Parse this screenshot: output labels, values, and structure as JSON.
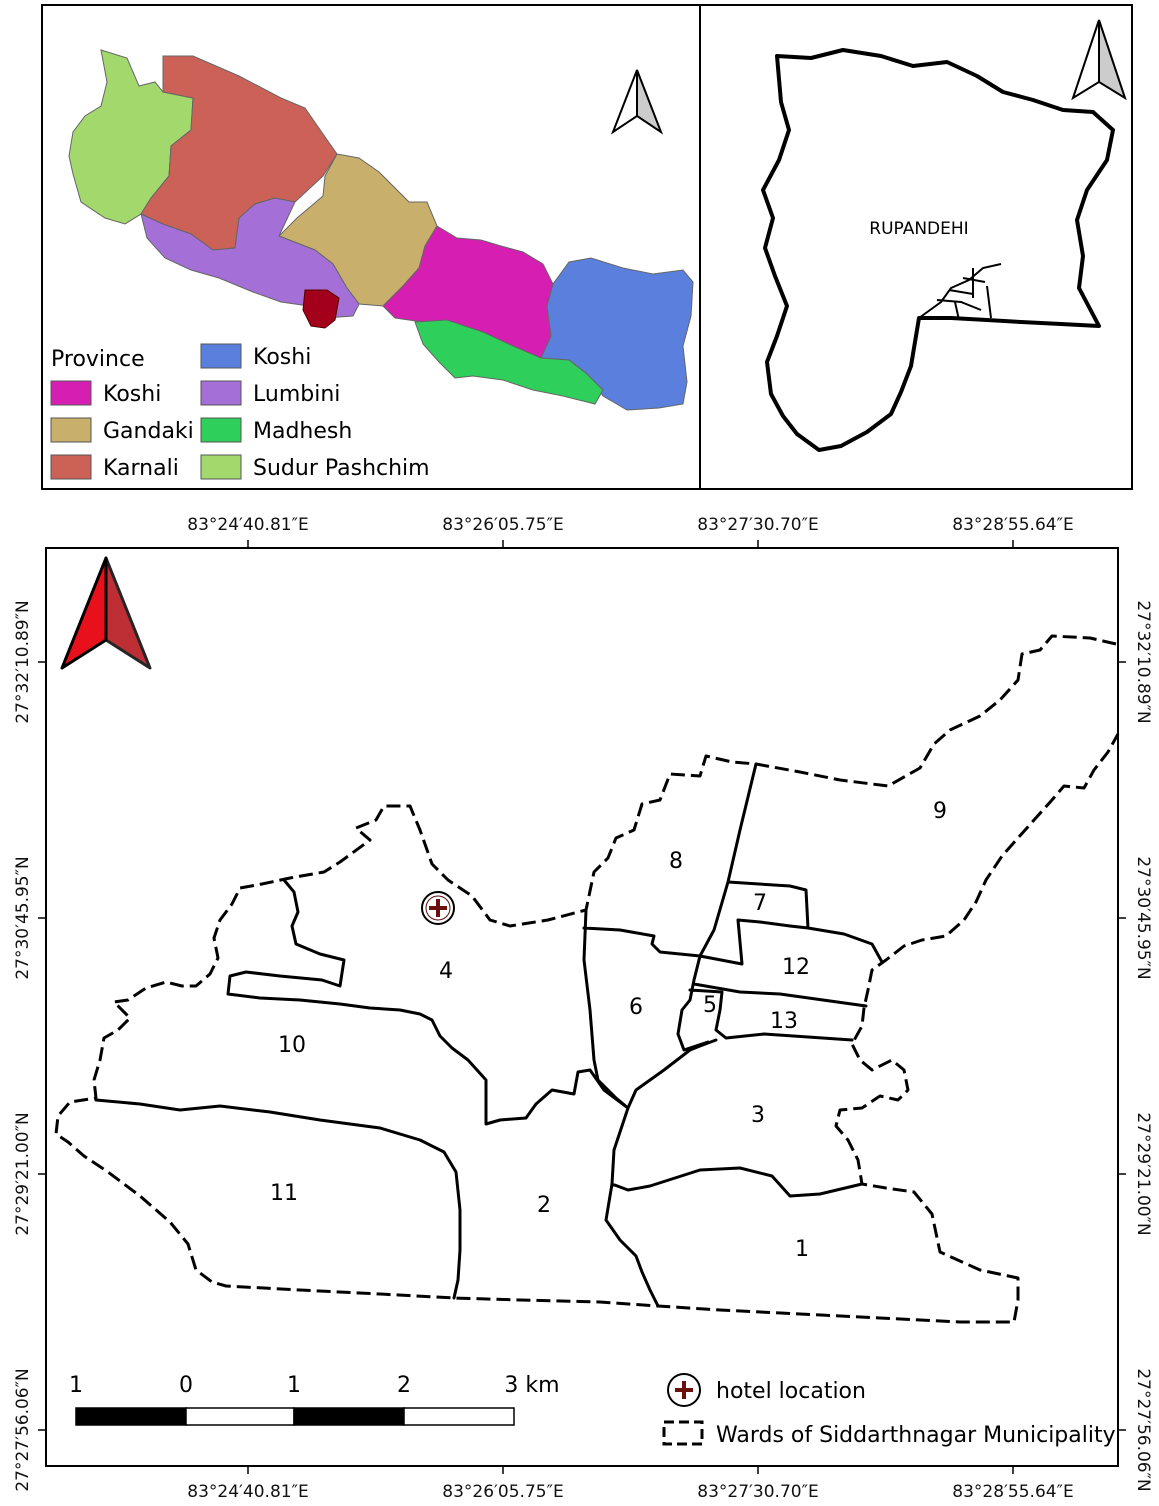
{
  "inset_nepal": {
    "legend_title": "Province",
    "legend": [
      {
        "name": "Koshi",
        "color": "#d61eb2"
      },
      {
        "name": "Gandaki",
        "color": "#c8b06c"
      },
      {
        "name": "Karnali",
        "color": "#cc6158"
      },
      {
        "name": "Koshi",
        "color": "#5b7fdc"
      },
      {
        "name": "Lumbini",
        "color": "#a46fd6"
      },
      {
        "name": "Madhesh",
        "color": "#2fcf5c"
      },
      {
        "name": "Sudur Pashchim",
        "color": "#a3d86d"
      }
    ],
    "highlight_color": "#a3001c"
  },
  "inset_district": {
    "label": "RUPANDEHI"
  },
  "main_map": {
    "top_coords": [
      "83°24′40.81″E",
      "83°26′05.75″E",
      "83°27′30.70″E",
      "83°28′55.64″E"
    ],
    "bottom_coords": [
      "83°24′40.81″E",
      "83°26′05.75″E",
      "83°27′30.70″E",
      "83°28′55.64″E"
    ],
    "left_coords": [
      "27°32′10.89″N",
      "27°30′45.95″N",
      "27°29′21.00″N",
      "27°27′56.06″N"
    ],
    "right_coords": [
      "27°32′10.89″N",
      "27°30′45.95″N",
      "27°29′21.00″N",
      "27°27′56.06″N"
    ],
    "wards": [
      "1",
      "2",
      "3",
      "4",
      "5",
      "6",
      "7",
      "8",
      "9",
      "10",
      "11",
      "12",
      "13"
    ],
    "scale_labels": [
      "1",
      "0",
      "1",
      "2",
      "3 km"
    ],
    "legend": {
      "hotel": "hotel location",
      "wards": "Wards of Siddarthnagar Municipality"
    },
    "north_arrow_color": "#e8101a"
  }
}
